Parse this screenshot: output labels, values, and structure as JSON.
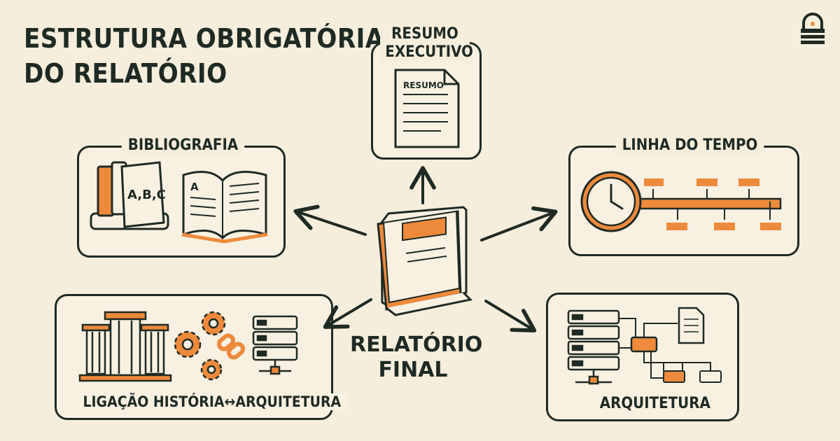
{
  "title": {
    "line1": "ESTRUTURA OBRIGATÓRIA",
    "line2": "DO RELATÓRIO"
  },
  "center": {
    "line1": "RELATÓRIO",
    "line2": "FINAL",
    "icon": "book-icon"
  },
  "nodes": {
    "resumo": {
      "line1": "RESUMO",
      "line2": "EXECUTIVO",
      "doc_label": "RESUMO",
      "icon": "document-icon"
    },
    "bibliografia": {
      "label": "BIBLIOGRAFIA",
      "book_label": "A,B,C",
      "open_book_label": "A",
      "icon": "books-icon"
    },
    "linha": {
      "label": "LINHA DO TEMPO",
      "icon": "clock-timeline-icon"
    },
    "ligacao": {
      "label": "LIGAÇÃO HISTÓRIA↔ARQUITETURA",
      "icon": "columns-gears-server-icon"
    },
    "arquitetura": {
      "label": "ARQUITETURA",
      "icon": "server-network-icon"
    }
  },
  "colors": {
    "accent": "#ee8a3c",
    "ink": "#1f2a24",
    "background": "#f6eedd"
  }
}
